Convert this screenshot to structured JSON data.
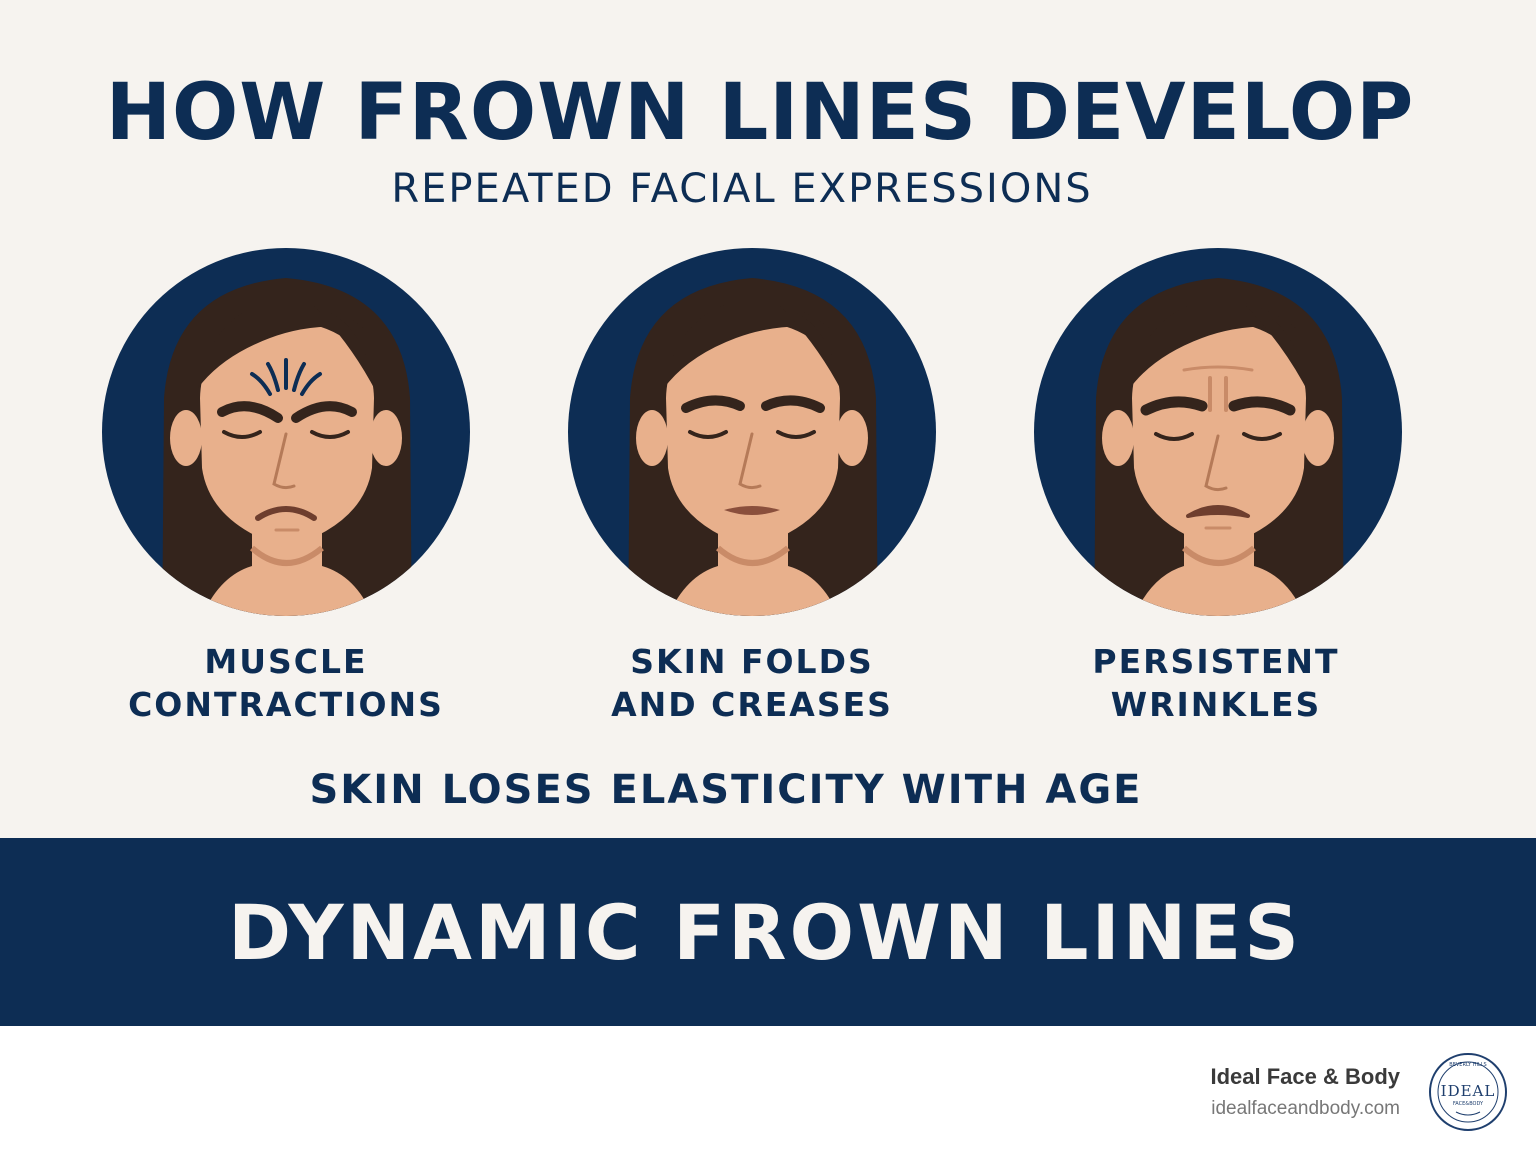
{
  "header": {
    "title": "HOW FROWN LINES DEVELOP",
    "subtitle": "REPEATED FACIAL EXPRESSIONS"
  },
  "stages": [
    {
      "icon": "frowning-face-with-muscle-strain-icon",
      "line1": "MUSCLE",
      "line2": "CONTRACTIONS"
    },
    {
      "icon": "face-with-skin-folds-icon",
      "line1": "SKIN FOLDS",
      "line2": "AND CREASES"
    },
    {
      "icon": "face-with-persistent-wrinkles-icon",
      "line1": "PERSISTENT",
      "line2": "WRINKLES"
    }
  ],
  "note": "SKIN LOSES ELASTICITY WITH AGE",
  "banner": {
    "text": "DYNAMIC FROWN LINES"
  },
  "footer": {
    "brand": "Ideal Face & Body",
    "url": "idealfaceandbody.com",
    "logo_icon": "ideal-face-and-body-seal-icon",
    "logo_text": "IDEAL",
    "logo_subtext": "FACE&BODY",
    "logo_ring_top": "BEVERLY HILLS"
  },
  "colors": {
    "navy": "#0d2d54",
    "background": "#f6f3ef",
    "skin": "#e8b08c",
    "hair": "#34241c"
  }
}
